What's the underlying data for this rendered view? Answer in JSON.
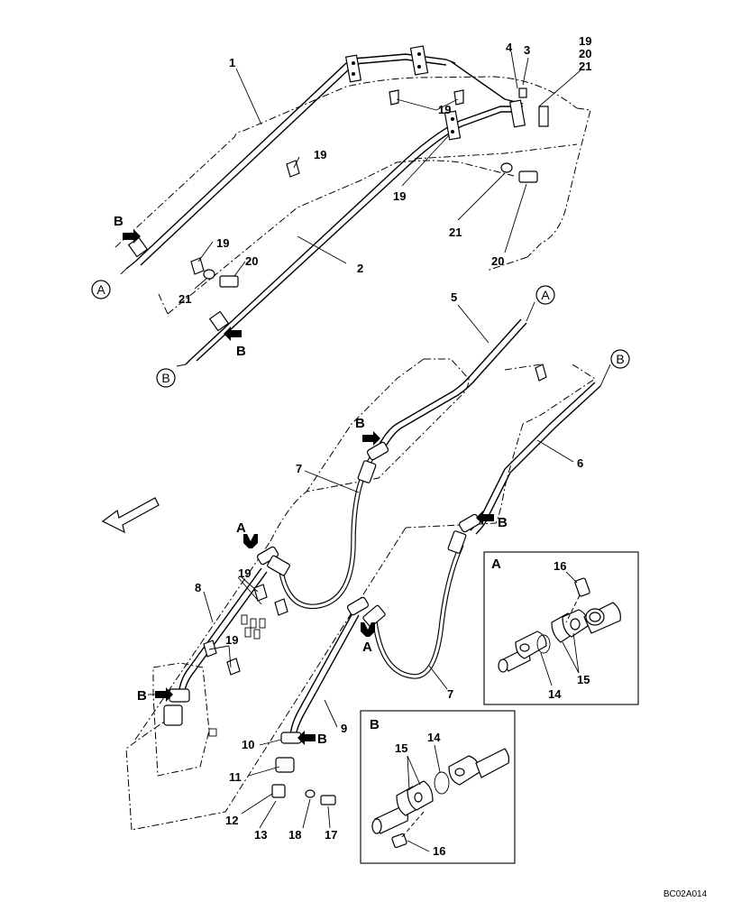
{
  "drawing": {
    "ref_code": "BC02A014",
    "callouts": {
      "c1": "1",
      "c2": "2",
      "c3": "3",
      "c4": "4",
      "c5": "5",
      "c6": "6",
      "c7a": "7",
      "c7b": "7",
      "c8": "8",
      "c9": "9",
      "c10": "10",
      "c11": "11",
      "c12": "12",
      "c13": "13",
      "c14a": "14",
      "c14b": "14",
      "c15a": "15",
      "c15b": "15",
      "c16a": "16",
      "c16b": "16",
      "c17": "17",
      "c18": "18",
      "c19a": "19",
      "c19b": "19",
      "c19c": "19",
      "c19d": "19",
      "c19e": "19",
      "c19f": "19",
      "c19g": "19",
      "c20a": "20",
      "c20b": "20",
      "c20c": "20",
      "c21a": "21",
      "c21b": "21",
      "c21c": "21"
    },
    "view_markers": {
      "b1": "B",
      "b2": "B",
      "b3": "B",
      "b4": "B",
      "b5": "B",
      "b6": "B",
      "a1": "A",
      "a2": "A"
    },
    "connection_labels": {
      "a_top": "A",
      "b_top": "B",
      "a_mid": "A",
      "b_mid": "B"
    },
    "detail_views": {
      "detail_a_title": "A",
      "detail_b_title": "B"
    }
  }
}
